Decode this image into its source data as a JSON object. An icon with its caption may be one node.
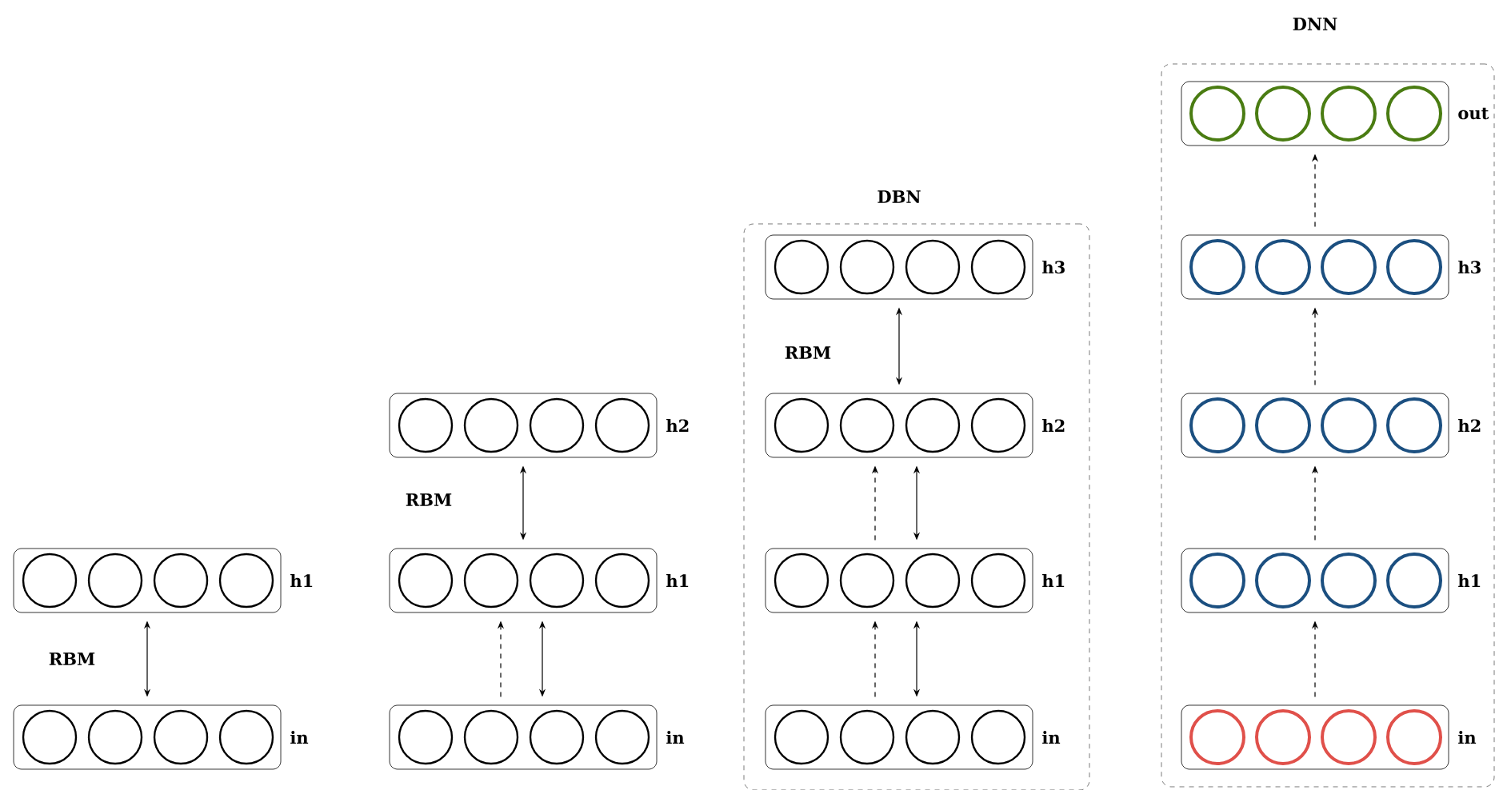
{
  "diagram": {
    "nodes": [
      {
        "text": [
          "h1"
        ]
      },
      {
        "text": [
          "in"
        ]
      },
      {
        "text": [
          "h2"
        ]
      },
      {
        "text": [
          "h1"
        ]
      },
      {
        "text": [
          "in"
        ]
      },
      {
        "text": [
          "DBN"
        ]
      },
      {
        "text": [
          "h3"
        ],
        "in": 5
      },
      {
        "text": [
          "h2"
        ],
        "in": 5
      },
      {
        "text": [
          "h1"
        ],
        "in": 5
      },
      {
        "text": [
          "in"
        ],
        "in": 5
      },
      {
        "text": [
          "DNN"
        ]
      },
      {
        "text": [
          "out"
        ],
        "in": 10
      },
      {
        "text": [
          "h3"
        ],
        "in": 10
      },
      {
        "text": [
          "h2"
        ],
        "in": 10
      },
      {
        "text": [
          "h1"
        ],
        "in": 10
      },
      {
        "text": [
          "in"
        ],
        "in": 10
      }
    ],
    "edges": [
      {
        "from": 1,
        "to": 0,
        "arrow": "both",
        "label": "RBM"
      },
      {
        "from": 3,
        "to": 2,
        "arrow": "both",
        "label": "RBM"
      },
      {
        "from": 4,
        "to": 3,
        "arrow": "to",
        "style": "dashed"
      },
      {
        "from": 4,
        "to": 3,
        "arrow": "both"
      },
      {
        "from": 7,
        "to": 6,
        "arrow": "both",
        "label": "RBM"
      },
      {
        "from": 8,
        "to": 7,
        "arrow": "to",
        "style": "dashed"
      },
      {
        "from": 8,
        "to": 7,
        "arrow": "both"
      },
      {
        "from": 9,
        "to": 8,
        "arrow": "to",
        "style": "dashed"
      },
      {
        "from": 9,
        "to": 8,
        "arrow": "both"
      },
      {
        "from": 15,
        "to": 14,
        "arrow": "to",
        "style": "dashed"
      },
      {
        "from": 14,
        "to": 13,
        "arrow": "to",
        "style": "dashed"
      },
      {
        "from": 13,
        "to": 12,
        "arrow": "to",
        "style": "dashed"
      },
      {
        "from": 12,
        "to": 11,
        "arrow": "to",
        "style": "dashed"
      }
    ]
  }
}
